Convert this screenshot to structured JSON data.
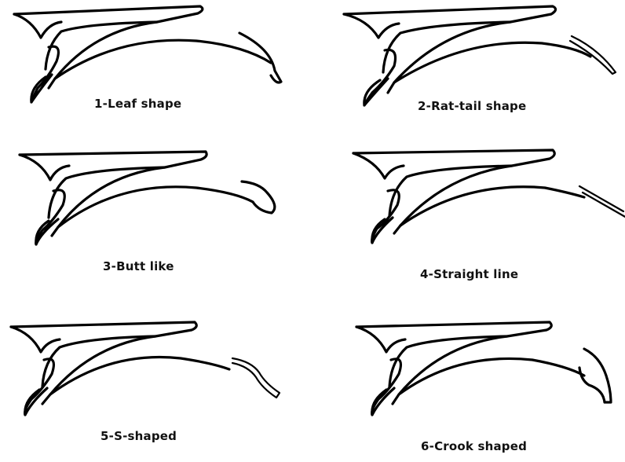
{
  "figure": {
    "panels": [
      {
        "id": "1",
        "caption": "1-Leaf shape",
        "tail": "leaf"
      },
      {
        "id": "2",
        "caption": "2-Rat-tail shape",
        "tail": "rat-tail"
      },
      {
        "id": "3",
        "caption": "3-Butt like",
        "tail": "butt"
      },
      {
        "id": "4",
        "caption": "4-Straight line",
        "tail": "straight"
      },
      {
        "id": "5",
        "caption": "5-S-shaped",
        "tail": "s-shaped"
      },
      {
        "id": "6",
        "caption": "6-Crook shaped",
        "tail": "crook"
      }
    ]
  }
}
